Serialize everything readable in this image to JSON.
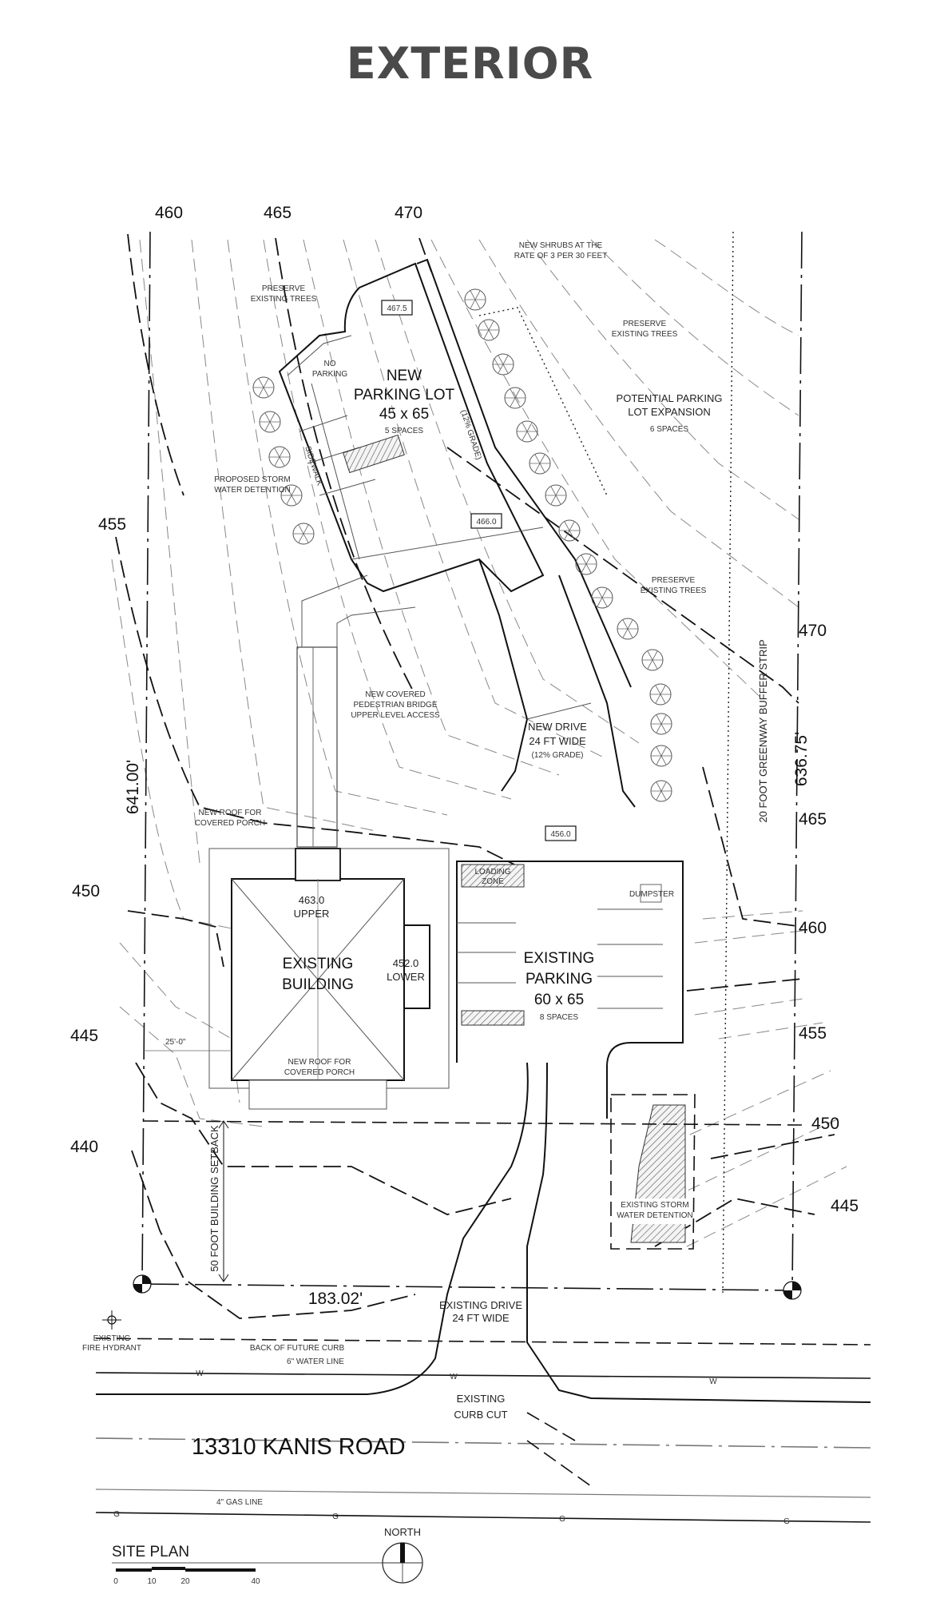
{
  "page": {
    "title": "EXTERIOR"
  },
  "site_plan": {
    "title": "SITE PLAN",
    "scale_ticks": [
      "0",
      "10",
      "20",
      "40"
    ],
    "north_label": "NORTH",
    "address": "13310 KANIS ROAD"
  },
  "contours": {
    "top": [
      "460",
      "465",
      "470"
    ],
    "left": [
      "455",
      "450",
      "445",
      "440"
    ],
    "right": [
      "470",
      "465",
      "460",
      "455",
      "450",
      "445"
    ]
  },
  "dimensions": {
    "left_property": "641.00'",
    "right_property": "636.75'",
    "bottom_property": "183.02'",
    "side_setback": "25'-0\"",
    "front_setback": "50 FOOT BUILDING SETBACK",
    "buffer": "20 FOOT GREENWAY BUFFER STRIP"
  },
  "elevations": {
    "lot_top": "467.5",
    "lot_mid": "466.0",
    "drive": "456.0",
    "upper": "463.0",
    "lower": "452.0"
  },
  "new_parking": {
    "title_line1": "NEW",
    "title_line2": "PARKING LOT",
    "size": "45 x 65",
    "spaces": "5 SPACES",
    "grade": "(12% GRADE)",
    "no_parking_1": "NO",
    "no_parking_2": "PARKING",
    "sidewalk": "SIDEWALK"
  },
  "potential": {
    "line1": "POTENTIAL PARKING",
    "line2": "LOT EXPANSION",
    "spaces": "6 SPACES"
  },
  "new_drive": {
    "line1": "NEW DRIVE",
    "line2": "24 FT WIDE",
    "line3": "(12% GRADE)"
  },
  "building": {
    "line1": "EXISTING",
    "line2": "BUILDING",
    "upper_label": "UPPER",
    "lower_label": "LOWER"
  },
  "existing_parking": {
    "line1": "EXISTING",
    "line2": "PARKING",
    "size": "60 x 65",
    "spaces": "8 SPACES",
    "loading_1": "LOADING",
    "loading_2": "ZONE",
    "dumpster": "DUMPSTER"
  },
  "notes": {
    "preserve_1": "PRESERVE",
    "preserve_2": "EXISTING TREES",
    "shrubs_1": "NEW SHRUBS AT THE",
    "shrubs_2": "RATE OF 3 PER 30 FEET",
    "storm_new_1": "PROPOSED STORM",
    "storm_new_2": "WATER DETENTION",
    "bridge_1": "NEW COVERED",
    "bridge_2": "PEDESTRIAN BRIDGE",
    "bridge_3": "UPPER LEVEL ACCESS",
    "roof_1": "NEW ROOF FOR",
    "roof_2": "COVERED PORCH",
    "storm_exist_1": "EXISTING STORM",
    "storm_exist_2": "WATER DETENTION",
    "exist_drive_1": "EXISTING DRIVE",
    "exist_drive_2": "24 FT WIDE",
    "hydrant_1": "EXISTING",
    "hydrant_2": "FIRE HYDRANT",
    "curb": "BACK OF FUTURE CURB",
    "water_line": "6\" WATER LINE",
    "curb_cut_1": "EXISTING",
    "curb_cut_2": "CURB CUT",
    "gas_line": "4\" GAS LINE",
    "water_marker": "W",
    "gas_marker": "G"
  }
}
